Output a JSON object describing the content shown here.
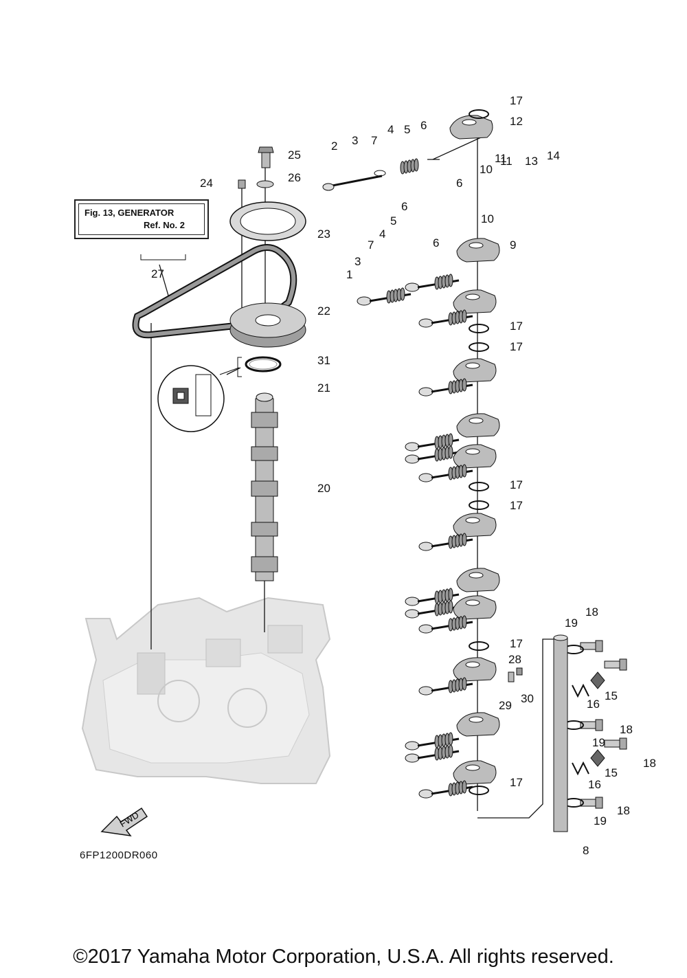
{
  "diagram_code": "6FP1200DR060",
  "copyright": "©2017 Yamaha Motor Corporation, U.S.A. All rights reserved.",
  "reference_box": {
    "line1": "Fig. 13, GENERATOR",
    "line2": "Ref. No. 2"
  },
  "forward_arrow_label": "FWD",
  "callouts": [
    "17",
    "12",
    "14",
    "13",
    "6",
    "5",
    "4",
    "7",
    "3",
    "2",
    "25",
    "26",
    "24",
    "23",
    "11",
    "10",
    "6",
    "5",
    "6",
    "4",
    "9",
    "7",
    "3",
    "1",
    "27",
    "22",
    "17",
    "17",
    "31",
    "21",
    "20",
    "17",
    "17",
    "17",
    "28",
    "29",
    "30",
    "19",
    "18",
    "15",
    "16",
    "18",
    "19",
    "18",
    "15",
    "16",
    "17",
    "19",
    "18",
    "8",
    "11",
    "10",
    "6"
  ],
  "colors": {
    "line": "#111111",
    "part_fill": "#bdbdbd",
    "head_fill": "#e2e2e2",
    "background": "#ffffff"
  }
}
